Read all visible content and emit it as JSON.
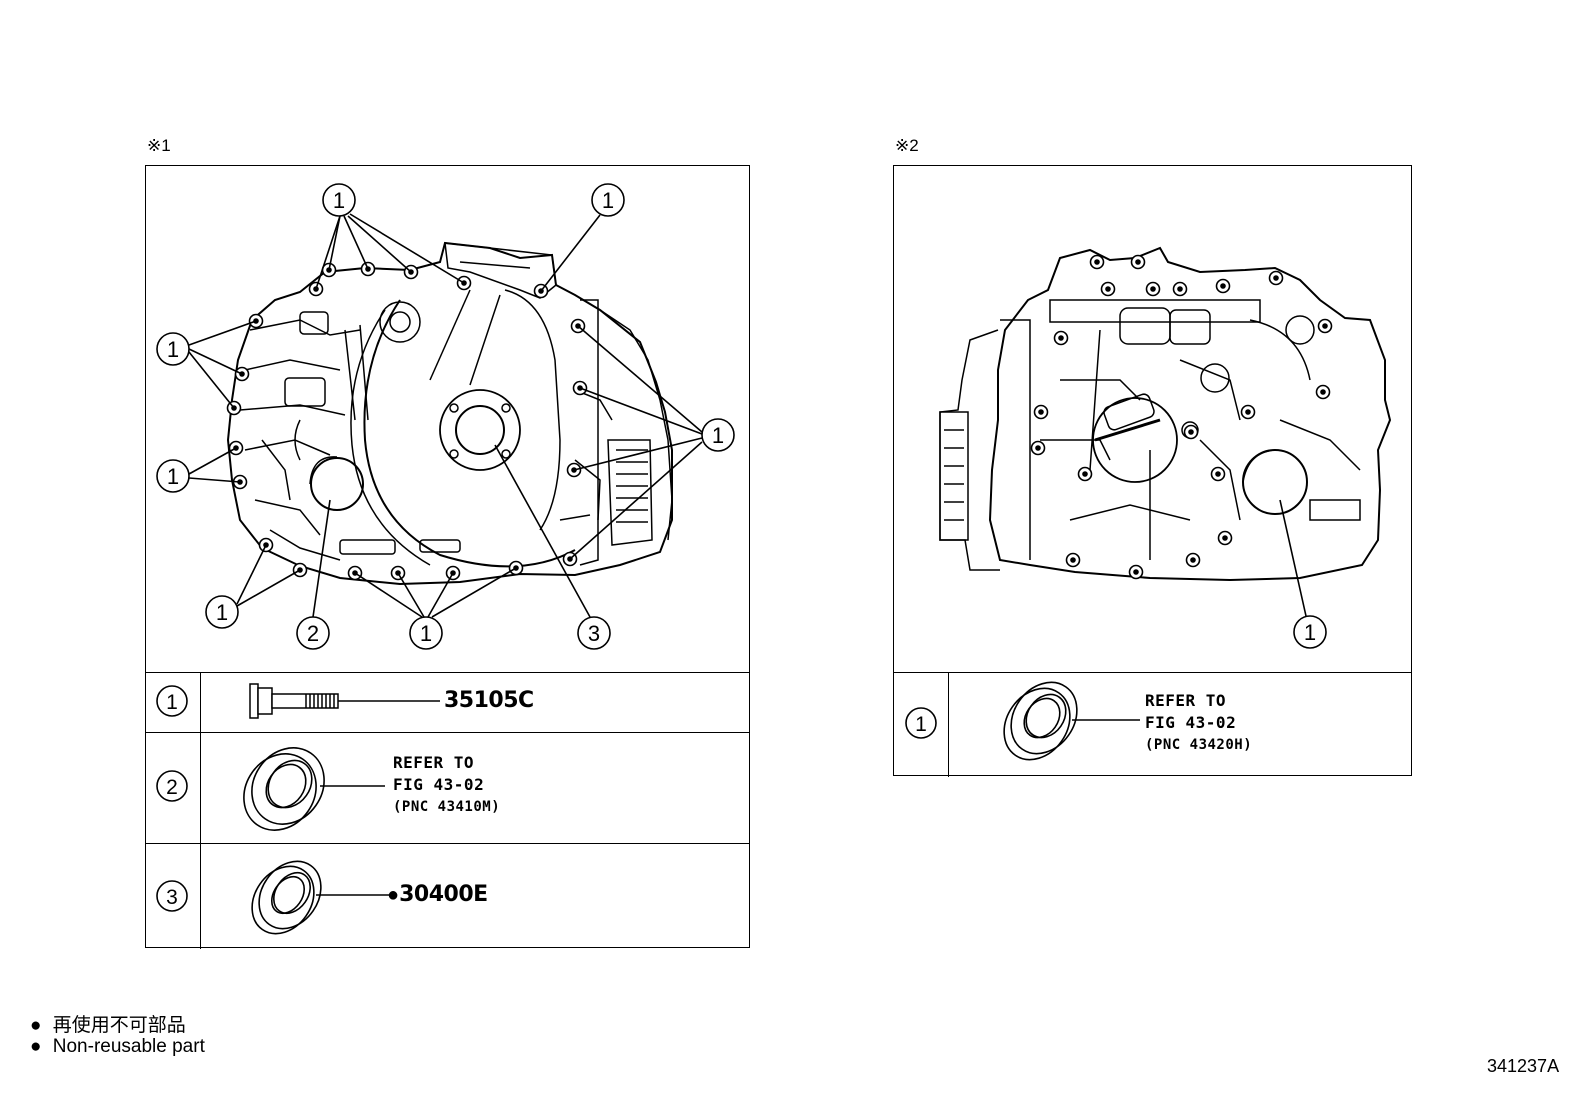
{
  "section_marks": [
    "※1",
    "※2"
  ],
  "callout_numbers": [
    "1",
    "2",
    "3"
  ],
  "left_table": {
    "rows": [
      {
        "number": "1",
        "part": "35105C"
      },
      {
        "number": "2",
        "refer_line1": "REFER TO",
        "refer_line2": "FIG 43-02",
        "refer_line3": "(PNC 43410M)"
      },
      {
        "number": "3",
        "marker": "●",
        "part": "30400E"
      }
    ]
  },
  "right_table": {
    "rows": [
      {
        "number": "1",
        "refer_line1": "REFER TO",
        "refer_line2": "FIG 43-02",
        "refer_line3": "(PNC 43420H)"
      }
    ]
  },
  "legend": [
    {
      "marker": "●",
      "text": "再使用不可部品"
    },
    {
      "marker": "●",
      "text": "Non-reusable part"
    }
  ],
  "figure_id": "341237A"
}
